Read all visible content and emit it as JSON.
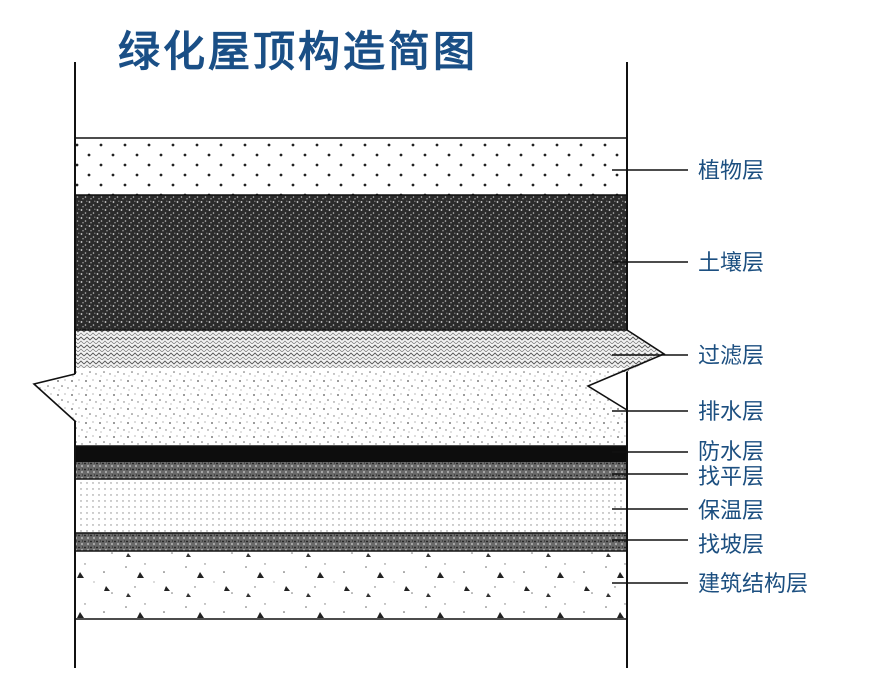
{
  "title": "绿化屋顶构造简图",
  "colors": {
    "title": "#1a4f86",
    "labels": "#1c4f80",
    "lines": "#111111"
  },
  "layers": [
    {
      "name": "plant-layer",
      "label": "植物层",
      "pattern": "sparse-dots"
    },
    {
      "name": "soil-layer",
      "label": "土壤层",
      "pattern": "dense-speckle"
    },
    {
      "name": "filter-layer",
      "label": "过滤层",
      "pattern": "zigzag-weave"
    },
    {
      "name": "drainage-layer",
      "label": "排水层",
      "pattern": "stipple"
    },
    {
      "name": "waterproof-layer",
      "label": "防水层",
      "pattern": "solid-black"
    },
    {
      "name": "leveling-layer",
      "label": "找平层",
      "pattern": "dark-speckle"
    },
    {
      "name": "insulation-layer",
      "label": "保温层",
      "pattern": "dotted-rows"
    },
    {
      "name": "slope-layer",
      "label": "找坡层",
      "pattern": "dark-speckle"
    },
    {
      "name": "structure-layer",
      "label": "建筑结构层",
      "pattern": "concrete"
    }
  ]
}
